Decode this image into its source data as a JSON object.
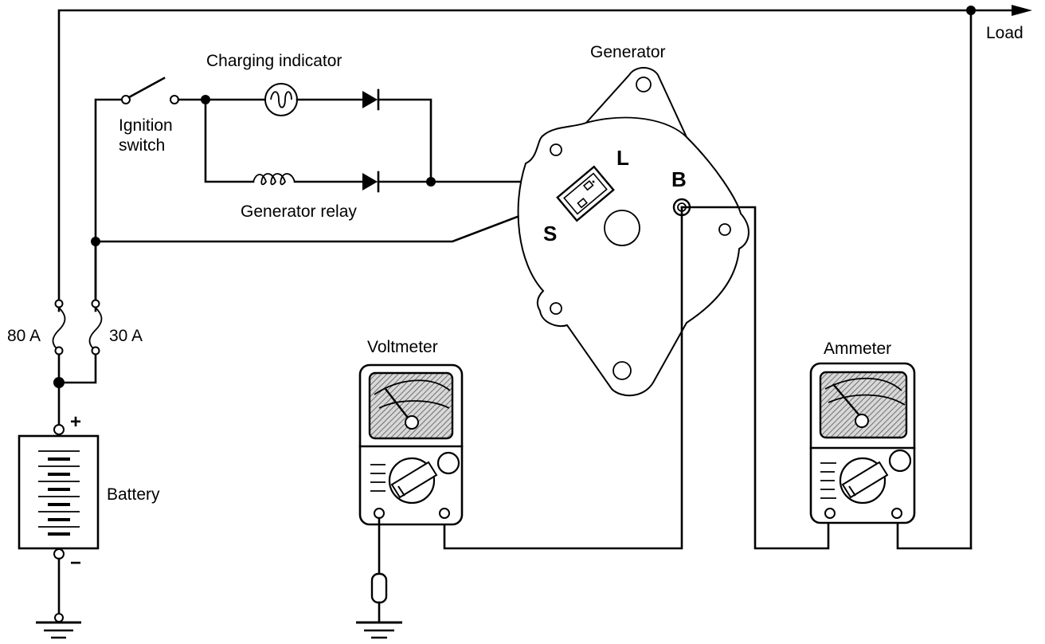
{
  "diagram": {
    "title": "Charging system test circuit",
    "labels": {
      "load": "Load",
      "generator": "Generator",
      "charging_indicator": "Charging indicator",
      "ignition_switch_line1": "Ignition",
      "ignition_switch_line2": "switch",
      "generator_relay": "Generator relay",
      "fuse_main": "80 A",
      "fuse_aux": "30 A",
      "battery": "Battery",
      "battery_plus": "+",
      "battery_minus": "−",
      "terminal_l": "L",
      "terminal_s": "S",
      "terminal_b": "B",
      "voltmeter": "Voltmeter",
      "ammeter": "Ammeter"
    },
    "components": [
      {
        "id": "battery",
        "type": "battery"
      },
      {
        "id": "fuse-80a",
        "type": "fuse",
        "rating": "80 A"
      },
      {
        "id": "fuse-30a",
        "type": "fuse",
        "rating": "30 A"
      },
      {
        "id": "ignition-switch",
        "type": "switch",
        "state": "open"
      },
      {
        "id": "charging-indicator",
        "type": "lamp"
      },
      {
        "id": "generator-relay",
        "type": "coil"
      },
      {
        "id": "diode-1",
        "type": "diode"
      },
      {
        "id": "diode-2",
        "type": "diode"
      },
      {
        "id": "generator",
        "type": "alternator",
        "terminals": [
          "L",
          "S",
          "B"
        ]
      },
      {
        "id": "voltmeter",
        "type": "meter"
      },
      {
        "id": "ammeter",
        "type": "meter"
      }
    ]
  }
}
